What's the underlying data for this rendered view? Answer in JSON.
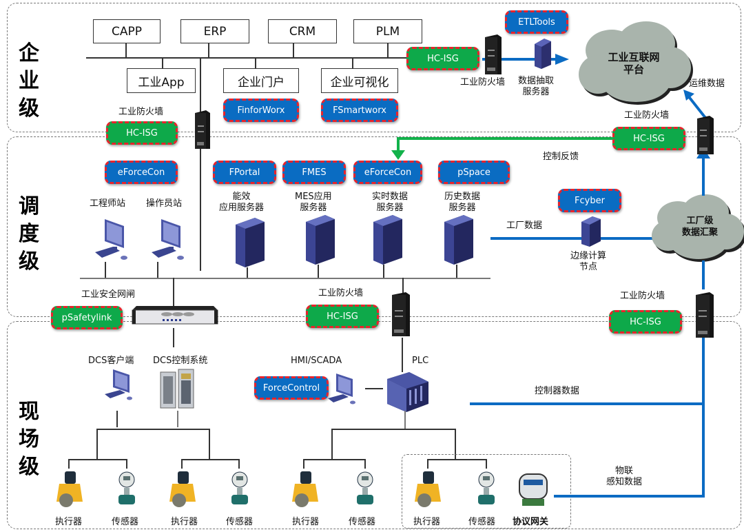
{
  "zones": {
    "enterprise": "企\n业\n级",
    "dispatch": "调\n度\n级",
    "field": "现\n场\n级"
  },
  "enterprise": {
    "systems": [
      "CAPP",
      "ERP",
      "CRM",
      "PLM"
    ],
    "apps": [
      "工业App",
      "企业门户",
      "企业可视化"
    ],
    "badges": {
      "finforworx": "FinforWorx",
      "fsmartworx": "FSmartworx",
      "etltools": "ETLTools",
      "hc_isg_top": "HC-ISG",
      "hc_isg_left": "HC-ISG"
    },
    "labels": {
      "firewall_left": "工业防火墙",
      "firewall_top": "工业防火墙",
      "extract_server": "数据抽取\n服务器",
      "ops_data": "运维数据"
    },
    "cloud": "工业互联网\n平台"
  },
  "dispatch": {
    "badges": {
      "eforcecon_left": "eForceCon",
      "fportal": "FPortal",
      "fmes": "FMES",
      "eforcecon_rt": "eForceCon",
      "pspace": "pSpace",
      "fcyber": "Fcyber",
      "hc_isg_right_top": "HC-ISG",
      "psafetylink": "pSafetylink",
      "hc_isg_mid": "HC-ISG",
      "hc_isg_right_bottom": "HC-ISG"
    },
    "labels": {
      "engineer_station": "工程师站",
      "operator_station": "操作员站",
      "energy_server": "能效\n应用服务器",
      "mes_server": "MES应用\n服务器",
      "realtime_server": "实时数据\n服务器",
      "history_server": "历史数据\n服务器",
      "control_feedback": "控制反馈",
      "factory_data": "工厂数据",
      "edge_node": "边缘计算\n节点",
      "security_gateway": "工业安全网闸",
      "firewall_mid": "工业防火墙",
      "firewall_right": "工业防火墙",
      "firewall_right_top": "工业防火墙"
    },
    "cloud": "工厂级\n数据汇聚"
  },
  "field": {
    "badges": {
      "forcecontrol": "ForceControl"
    },
    "labels": {
      "dcs_client": "DCS客户端",
      "dcs_system": "DCS控制系统",
      "hmi_scada": "HMI/SCADA",
      "plc": "PLC",
      "controller_data": "控制器数据",
      "iot_data": "物联\n感知数据",
      "protocol_gateway": "协议网关"
    },
    "devices": [
      "执行器",
      "传感器",
      "执行器",
      "传感器",
      "执行器",
      "传感器",
      "执行器",
      "传感器"
    ]
  },
  "colors": {
    "green_badge": "#0ea94a",
    "blue_badge": "#0a6cc2",
    "badge_border": "#e8232b",
    "data_line": "#0b6bc3",
    "feedback_line": "#12b24b",
    "cloud": "#a9b4ac"
  }
}
